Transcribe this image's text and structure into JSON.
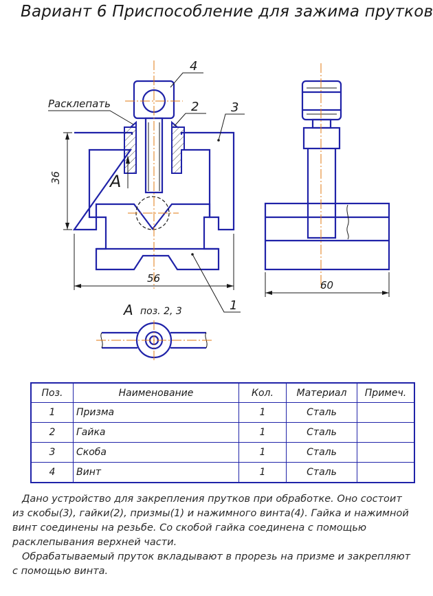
{
  "title": "Вариант 6 Приспособление для зажима прутков",
  "drawing": {
    "labels": {
      "rasklepat": "Расклепать",
      "dim_height": "36",
      "dim_width_front": "56",
      "dim_width_side": "60",
      "view_a_letter": "А",
      "view_a_caption": "А",
      "view_a_positions": "поз. 2, 3",
      "balloon_1": "1",
      "balloon_2": "2",
      "balloon_3": "3",
      "balloon_4": "4"
    }
  },
  "spec_table": {
    "headers": [
      "Поз.",
      "Наименование",
      "Кол.",
      "Материал",
      "Примеч."
    ],
    "rows": [
      [
        "1",
        "Призма",
        "1",
        "Сталь",
        ""
      ],
      [
        "2",
        "Гайка",
        "1",
        "Сталь",
        ""
      ],
      [
        "3",
        "Скоба",
        "1",
        "Сталь",
        ""
      ],
      [
        "4",
        "Винт",
        "1",
        "Сталь",
        ""
      ]
    ]
  },
  "description": {
    "p1": "Дано устройство для закрепления прутков при обработке. Оно состоит из скобы(3), гайки(2), призмы(1) и нажимного винта(4). Гайка и нажимной винт соединены на резьбе. Со скобой гайка соединена с помощью расклепывания верхней части.",
    "p2": "Обрабатываемый пруток вкладывают в прорезь на призме и закрепляют с помощью винта."
  },
  "colors": {
    "outline": "#1f22a8",
    "axis": "#e07a10",
    "text": "#1a1a1a"
  }
}
